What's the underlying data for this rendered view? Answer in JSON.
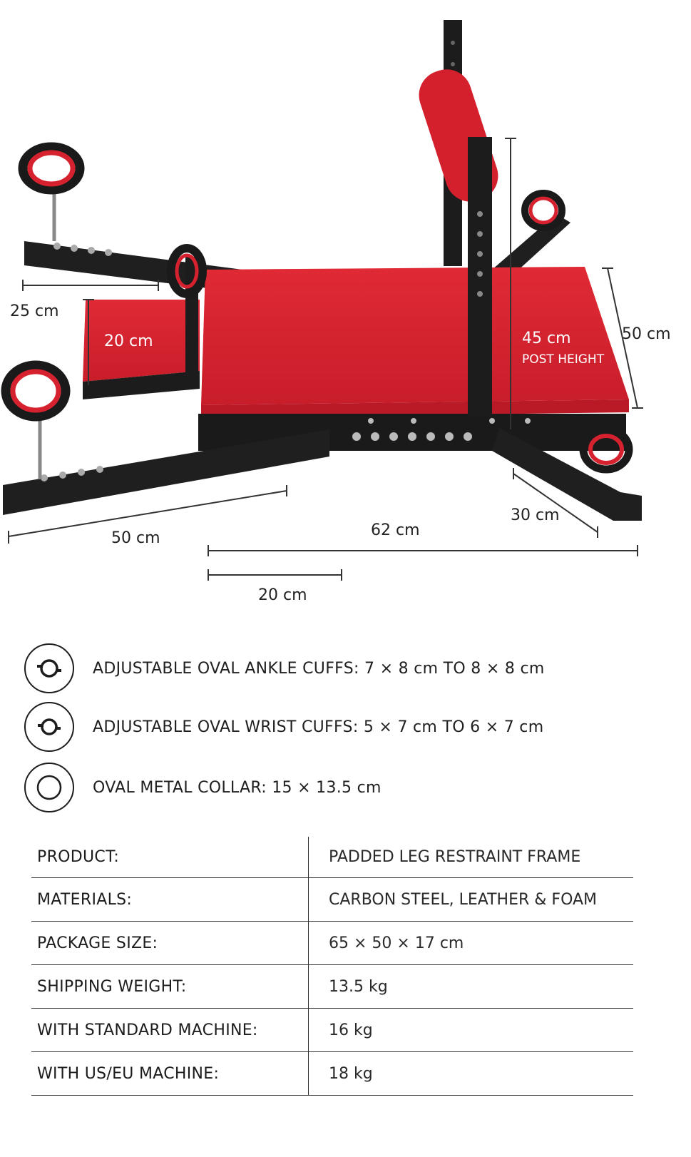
{
  "dimensions": {
    "arm_spacing": "25 cm",
    "pad_width": "20 cm",
    "post_height_value": "45 cm",
    "post_height_label": "POST HEIGHT",
    "pad_length": "50 cm",
    "front_arm_length": "50 cm",
    "base_length": "62 cm",
    "side_arm_length": "30 cm",
    "base_section": "20 cm"
  },
  "features": [
    {
      "icon": "ankle-cuff-icon",
      "label": "ADJUSTABLE OVAL ANKLE CUFFS:",
      "value": "7 × 8 cm TO 8 × 8 cm"
    },
    {
      "icon": "wrist-cuff-icon",
      "label": "ADJUSTABLE OVAL WRIST CUFFS:",
      "value": "5 × 7 cm TO 6 × 7 cm"
    },
    {
      "icon": "collar-icon",
      "label": "OVAL METAL COLLAR:",
      "value": "15 × 13.5 cm"
    }
  ],
  "specs": [
    {
      "key": "PRODUCT:",
      "value": "PADDED LEG RESTRAINT FRAME"
    },
    {
      "key": "MATERIALS:",
      "value": "CARBON STEEL, LEATHER & FOAM"
    },
    {
      "key": "PACKAGE SIZE:",
      "value": "65 × 50 × 17 cm"
    },
    {
      "key": "SHIPPING WEIGHT:",
      "value": "13.5 kg"
    },
    {
      "key": "WITH STANDARD MACHINE:",
      "value": "16 kg"
    },
    {
      "key": "WITH US/EU MACHINE:",
      "value": "18 kg"
    }
  ],
  "colors": {
    "pad_red": "#d6222f",
    "frame_black": "#1c1c1c",
    "line": "#333333"
  }
}
